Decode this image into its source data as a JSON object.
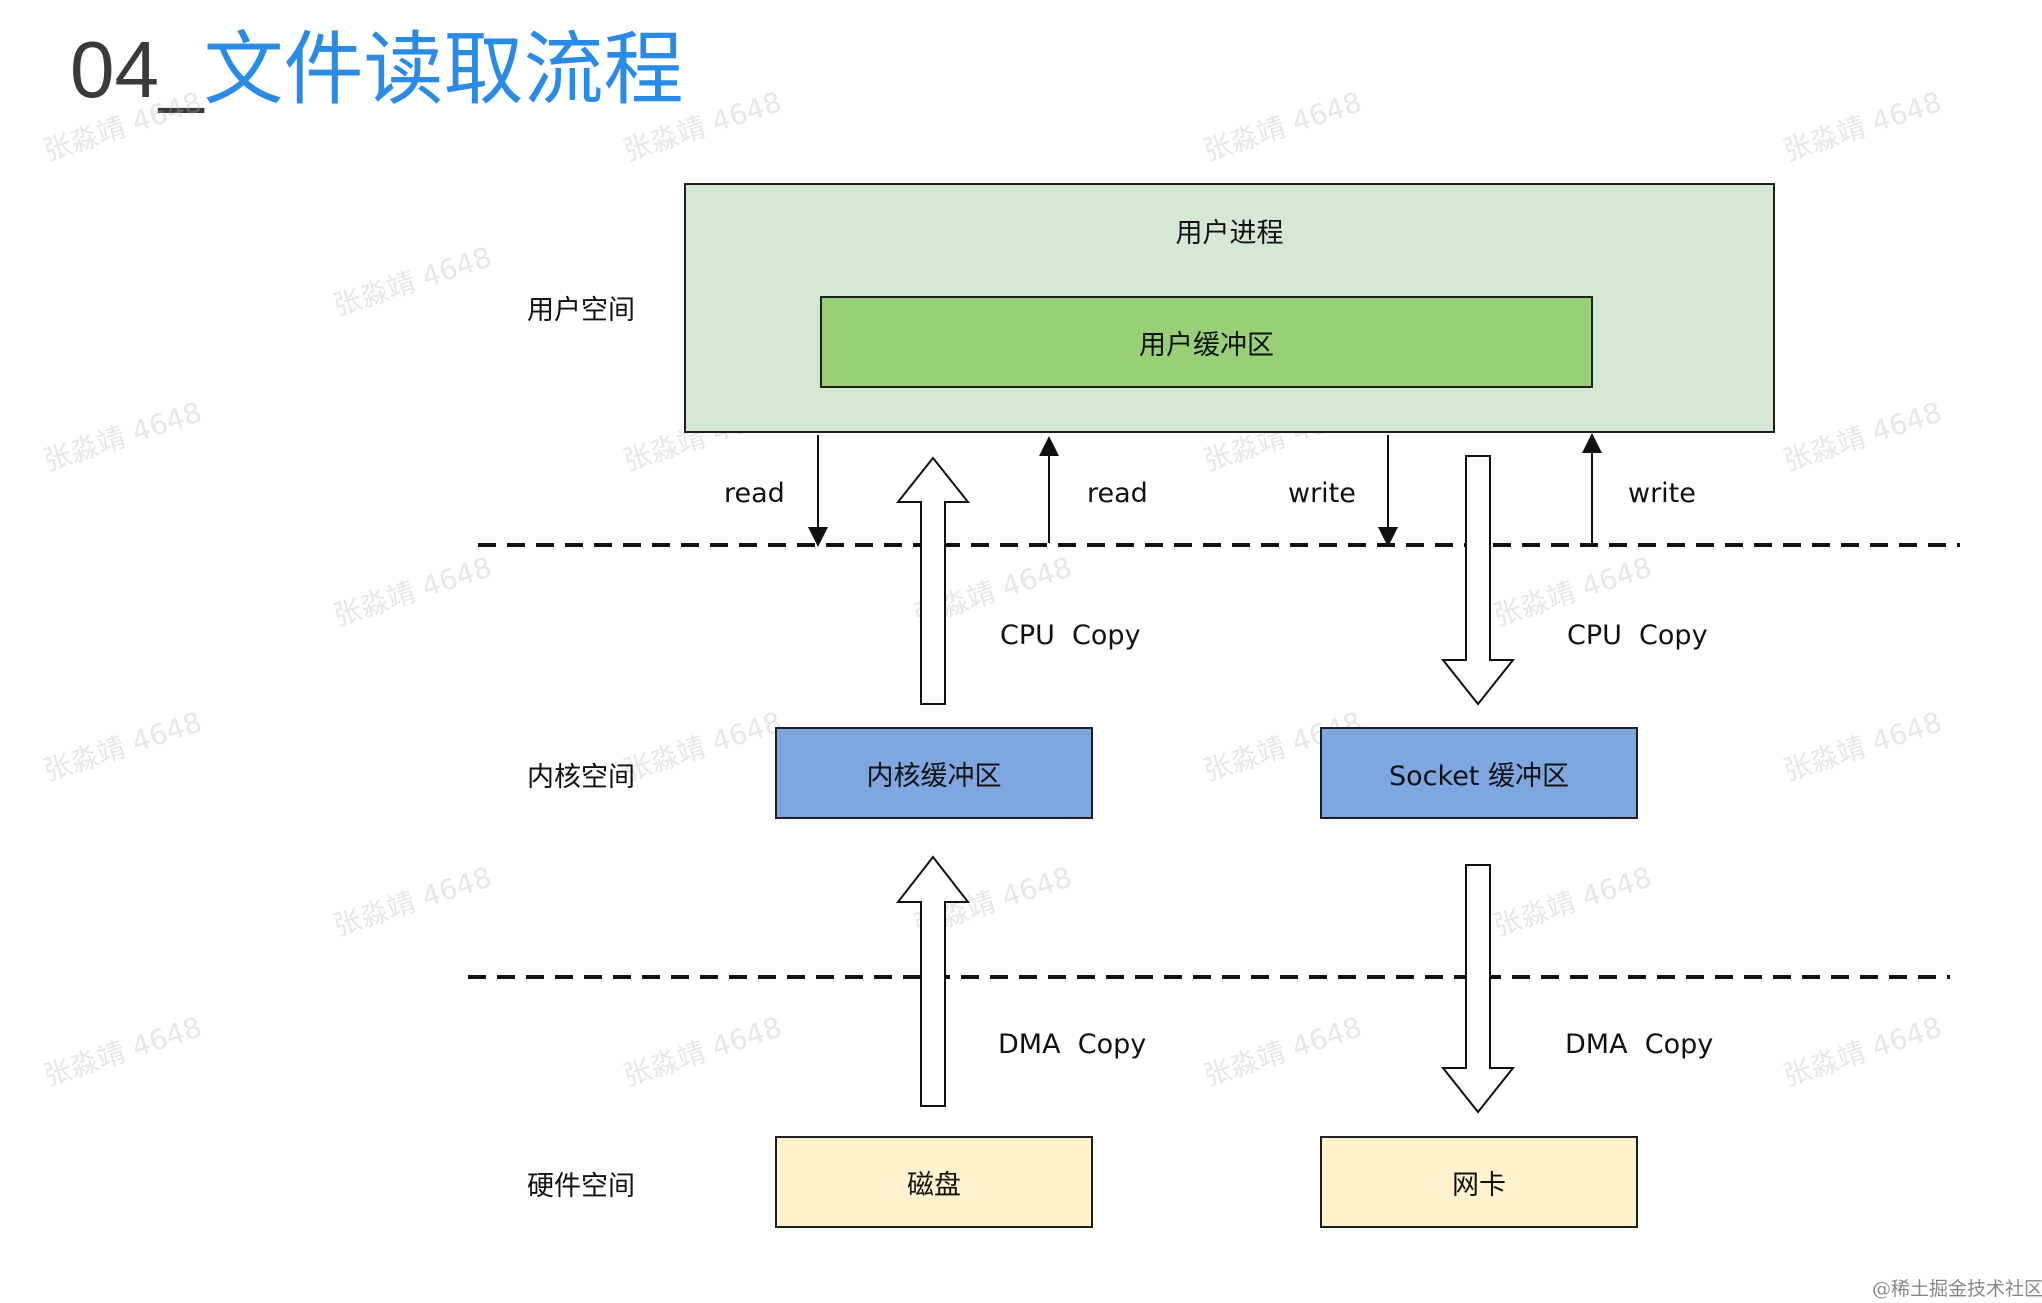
{
  "title": {
    "number": "04_",
    "text": "文件读取流程"
  },
  "spaces": {
    "user": "用户空间",
    "kernel": "内核空间",
    "hardware": "硬件空间"
  },
  "boxes": {
    "user_process": "用户进程",
    "user_buffer": "用户缓冲区",
    "kernel_buffer": "内核缓冲区",
    "socket_buffer": "Socket 缓冲区",
    "disk": "磁盘",
    "nic": "网卡"
  },
  "arrows": {
    "read_1": "read",
    "read_2": "read",
    "write_1": "write",
    "write_2": "write",
    "cpu_copy_left": "CPU  Copy",
    "cpu_copy_right": "CPU  Copy",
    "dma_copy_left": "DMA  Copy",
    "dma_copy_right": "DMA  Copy"
  },
  "colors": {
    "user_process_bg": "#d5e8d4",
    "user_buffer_bg": "#97d077",
    "kernel_bg": "#7ea6e0",
    "hardware_bg": "#fff2cc"
  },
  "watermark": "张淼靖 4648",
  "footer": "@稀土掘金技术社区"
}
